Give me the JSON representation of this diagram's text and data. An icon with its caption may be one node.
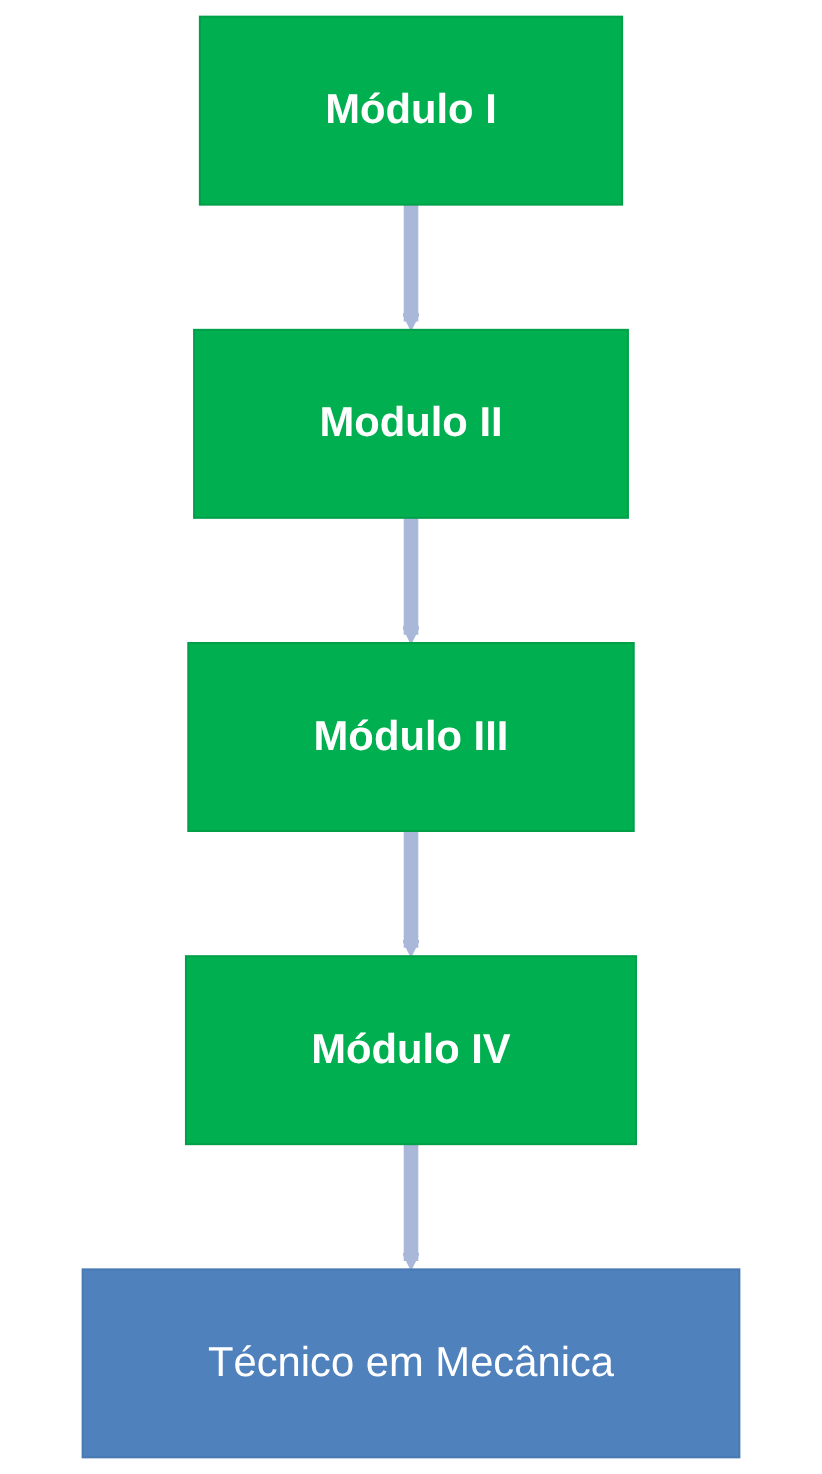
{
  "diagram": {
    "nodes": [
      {
        "text": [
          "Módulo I"
        ]
      },
      {
        "text": [
          "Modulo II"
        ]
      },
      {
        "text": [
          "Módulo III"
        ]
      },
      {
        "text": [
          "Módulo IV"
        ]
      },
      {
        "text": [
          "Técnico em Mecânica"
        ]
      }
    ],
    "edges": [
      {
        "from": 0,
        "to": 1,
        "arrow": "to"
      },
      {
        "from": 1,
        "to": 2,
        "arrow": "to"
      },
      {
        "from": 2,
        "to": 3,
        "arrow": "to"
      },
      {
        "from": 3,
        "to": 4,
        "arrow": "to"
      }
    ]
  }
}
